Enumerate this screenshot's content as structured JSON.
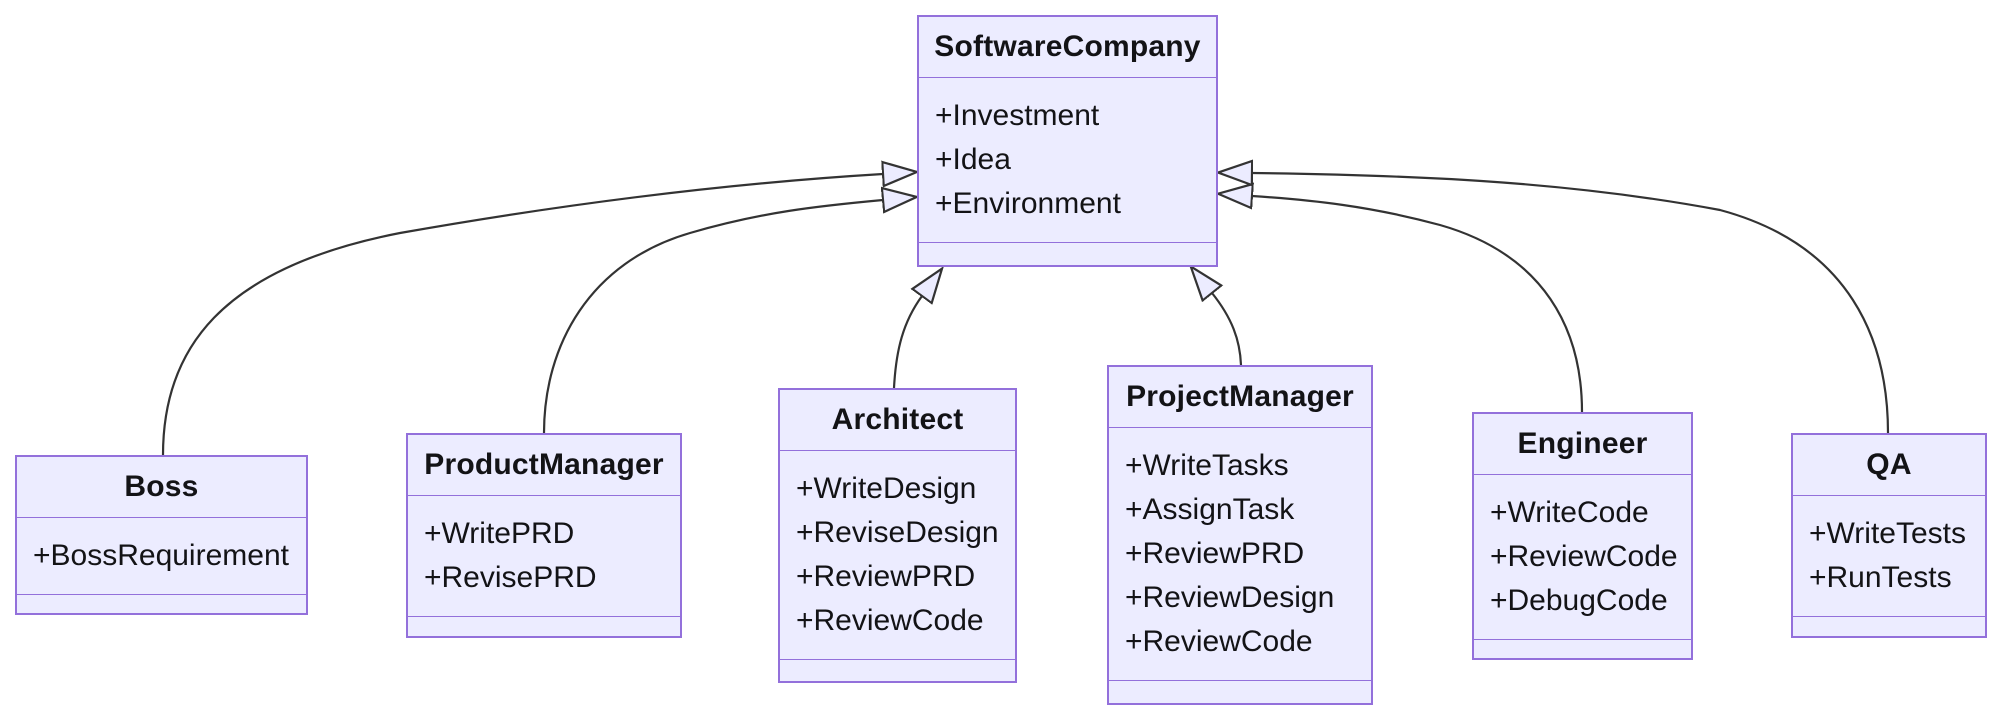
{
  "diagram": {
    "type": "uml-class-diagram",
    "colors": {
      "node_fill": "#ECECFF",
      "node_border": "#9370DB",
      "edge_stroke": "#333333",
      "text": "#131316",
      "background": "#ffffff"
    },
    "classes": [
      {
        "name": "SoftwareCompany",
        "title": "SoftwareCompany",
        "members": [
          "+Investment",
          "+Idea",
          "+Environment"
        ],
        "methods": []
      },
      {
        "name": "Boss",
        "title": "Boss",
        "members": [
          "+BossRequirement"
        ],
        "methods": []
      },
      {
        "name": "ProductManager",
        "title": "ProductManager",
        "members": [
          "+WritePRD",
          "+RevisePRD"
        ],
        "methods": []
      },
      {
        "name": "Architect",
        "title": "Architect",
        "members": [
          "+WriteDesign",
          "+ReviseDesign",
          "+ReviewPRD",
          "+ReviewCode"
        ],
        "methods": []
      },
      {
        "name": "ProjectManager",
        "title": "ProjectManager",
        "members": [
          "+WriteTasks",
          "+AssignTask",
          "+ReviewPRD",
          "+ReviewDesign",
          "+ReviewCode"
        ],
        "methods": []
      },
      {
        "name": "Engineer",
        "title": "Engineer",
        "members": [
          "+WriteCode",
          "+ReviewCode",
          "+DebugCode"
        ],
        "methods": []
      },
      {
        "name": "QA",
        "title": "QA",
        "members": [
          "+WriteTests",
          "+RunTests"
        ],
        "methods": []
      }
    ],
    "relations": [
      {
        "from": "Boss",
        "to": "SoftwareCompany",
        "type": "inheritance"
      },
      {
        "from": "ProductManager",
        "to": "SoftwareCompany",
        "type": "inheritance"
      },
      {
        "from": "Architect",
        "to": "SoftwareCompany",
        "type": "inheritance"
      },
      {
        "from": "ProjectManager",
        "to": "SoftwareCompany",
        "type": "inheritance"
      },
      {
        "from": "Engineer",
        "to": "SoftwareCompany",
        "type": "inheritance"
      },
      {
        "from": "QA",
        "to": "SoftwareCompany",
        "type": "inheritance"
      }
    ]
  }
}
